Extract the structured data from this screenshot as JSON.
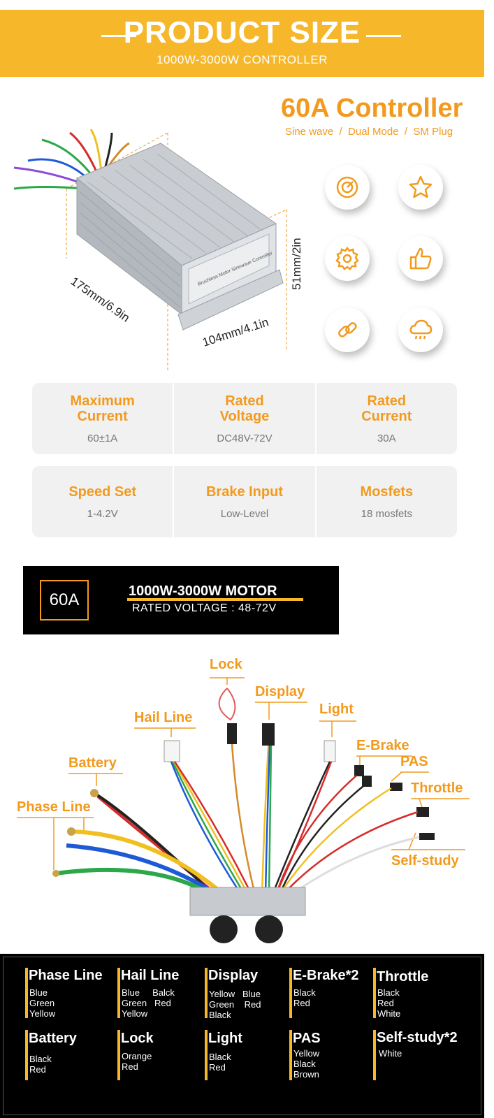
{
  "banner": {
    "title": "PRODUCT SIZE",
    "subtitle": "1000W-3000W CONTROLLER"
  },
  "product": {
    "title": "60A Controller",
    "subtitle": "Sine wave  /  Dual Mode  /  SM Plug"
  },
  "dimensions": {
    "length": "175mm/6.9in",
    "width": "104mm/4.1in",
    "height": "51mm/2in"
  },
  "controller_label": "Brushless Motor Sinewave Controller",
  "icons": [
    "speedometer-icon",
    "star-icon",
    "gear-icon",
    "thumbs-up-icon",
    "link-icon",
    "cloud-rain-icon"
  ],
  "specs": [
    [
      {
        "label": "Maximum Current",
        "value": "60±1A"
      },
      {
        "label": "Rated Voltage",
        "value": "DC48V-72V"
      },
      {
        "label": "Rated Current",
        "value": "30A"
      }
    ],
    [
      {
        "label": "Speed Set",
        "value": "1-4.2V"
      },
      {
        "label": "Brake Input",
        "value": "Low-Level"
      },
      {
        "label": "Mosfets",
        "value": "18 mosfets"
      }
    ]
  ],
  "motor": {
    "badge": "60A",
    "title": "1000W-3000W MOTOR",
    "subtitle": "RATED VOLTAGE : 48-72V"
  },
  "wires": {
    "lock": "Lock",
    "display": "Display",
    "hail_line": "Hail Line",
    "light": "Light",
    "e_brake": "E-Brake",
    "battery": "Battery",
    "pas": "PAS",
    "throttle": "Throttle",
    "phase_line": "Phase Line",
    "self_study": "Self-study"
  },
  "legend": [
    {
      "name": "Phase Line",
      "colors": "Blue\nGreen\nYellow"
    },
    {
      "name": "Hail Line",
      "colors": "Blue     Balck\nGreen   Red\nYellow"
    },
    {
      "name": "Display",
      "colors": "Yellow   Blue\nGreen    Red\nBlack"
    },
    {
      "name": "E-Brake*2",
      "colors": "Black\nRed"
    },
    {
      "name": "Throttle",
      "colors": "Black\nRed\nWhite"
    },
    {
      "name": "Battery",
      "colors": "Black\nRed"
    },
    {
      "name": "Lock",
      "colors": "Orange\nRed"
    },
    {
      "name": "Light",
      "colors": "Black\nRed"
    },
    {
      "name": "PAS",
      "colors": "Yellow\nBlack\nBrown"
    },
    {
      "name": "Self-study*2",
      "colors": "White"
    }
  ],
  "colors": {
    "accent": "#f6b72a",
    "accent_text": "#f29a1e"
  }
}
